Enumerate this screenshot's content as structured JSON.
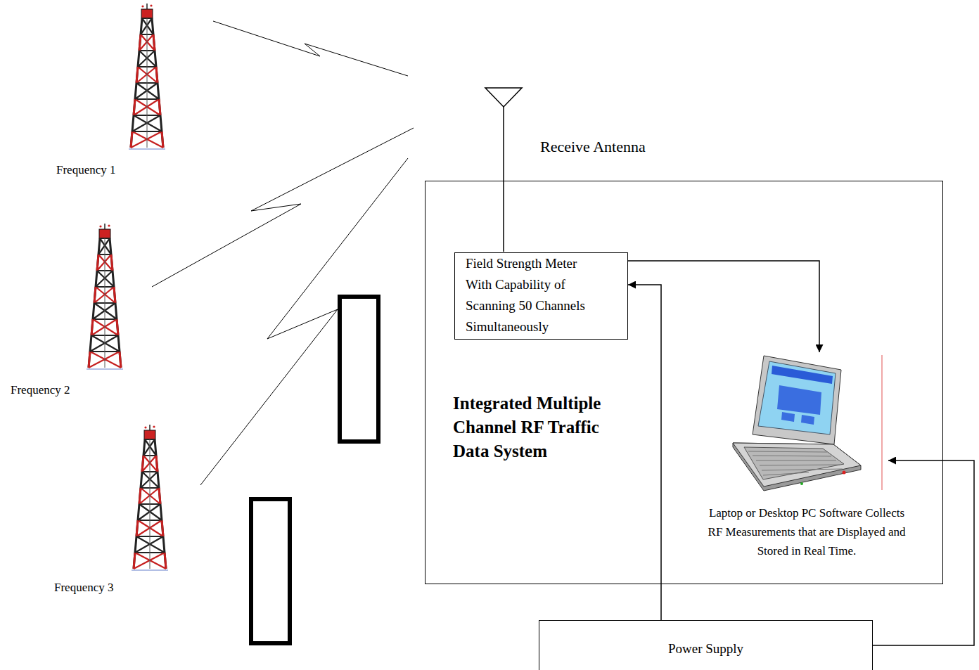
{
  "diagram": {
    "nodes": [
      {
        "text": [
          "Integrated Multiple Channel RF Traffic Data System"
        ]
      },
      {
        "text": [
          "Field Strength Meter With Capability of Scanning 50 Channels Simultaneously"
        ],
        "in": 0
      },
      {
        "text": [
          "Laptop or Desktop PC Software Collects RF Measurements that are Displayed and Stored in Real Time."
        ],
        "in": 0
      },
      {
        "text": [
          "Power Supply"
        ]
      }
    ],
    "edges": [
      {
        "from": 1,
        "to": 2,
        "arrow": "to"
      },
      {
        "from": 3,
        "to": 1,
        "arrow": "to"
      },
      {
        "from": 3,
        "to": 2,
        "arrow": "to"
      }
    ],
    "labels": [
      "Frequency 1",
      "Frequency 2",
      "Frequency 3",
      "Receive Antenna"
    ]
  }
}
